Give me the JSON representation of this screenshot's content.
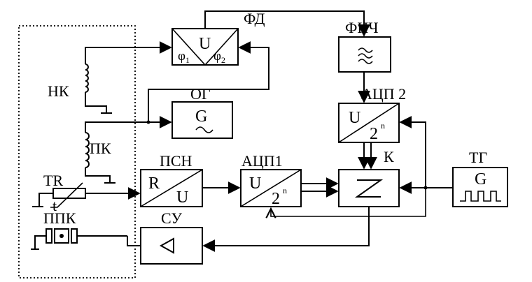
{
  "labels": {
    "nk": "НК",
    "pk": "ПК",
    "tr": "TR",
    "ppk": "ППК",
    "og": "ОГ",
    "fd": "ФД",
    "fnch": "ФНЧ",
    "adc2": "АЦП 2",
    "adc1": "АЦП1",
    "psn": "ПСН",
    "su": "СУ",
    "tg": "ТГ",
    "k": "К"
  },
  "block_text": {
    "fd_u": "U",
    "fd_phi1": "φ",
    "fd_phi1_sub": "1",
    "fd_phi2": "φ",
    "fd_phi2_sub": "2",
    "og_g": "G",
    "psn_r": "R",
    "psn_u": "U",
    "adc1_u": "U",
    "adc1_2": "2",
    "adc1_n": "n",
    "adc2_u": "U",
    "adc2_2": "2",
    "adc2_n": "n",
    "tg_g": "G",
    "tr_t": "t"
  }
}
